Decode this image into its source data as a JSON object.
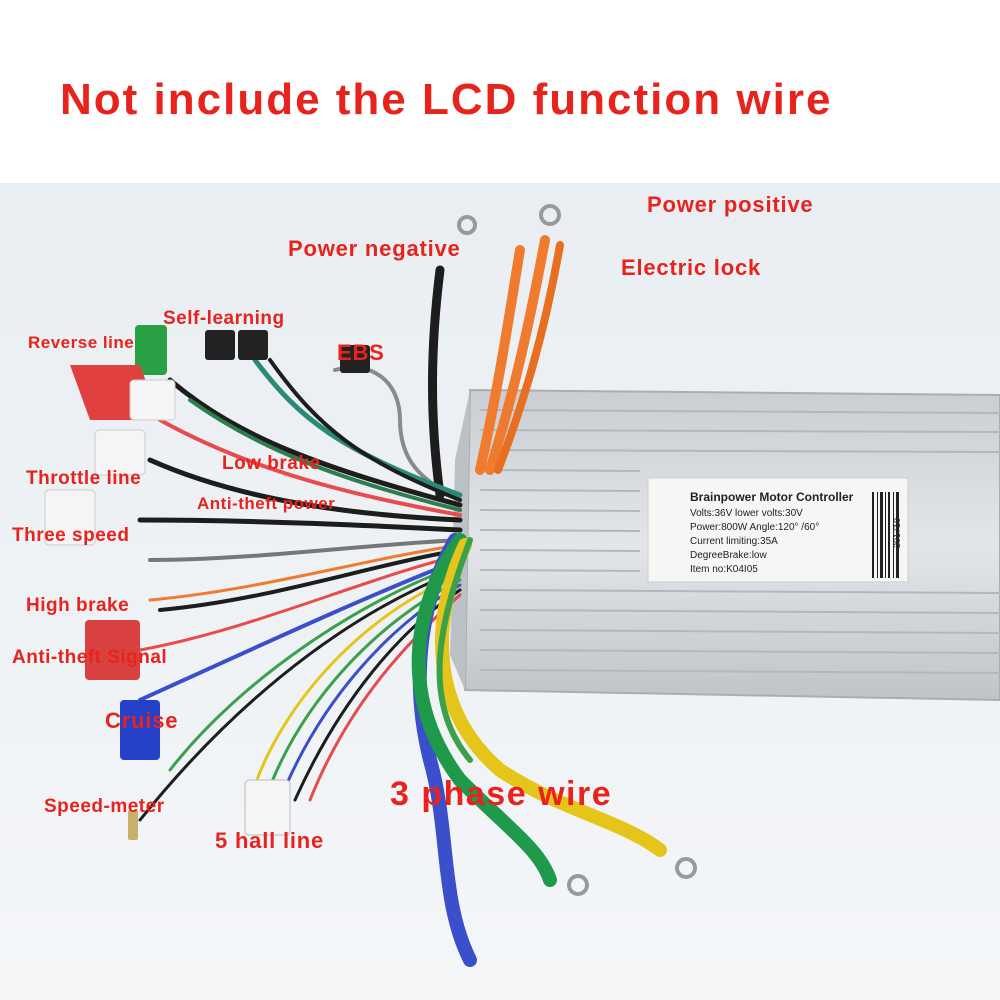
{
  "title": "Not include the LCD function wire",
  "labels": {
    "power_positive": "Power positive",
    "power_negative": "Power negative",
    "electric_lock": "Electric lock",
    "self_learning": "Self-learning",
    "reverse_line": "Reverse line",
    "ebs": "EBS",
    "low_brake": "Low brake",
    "throttle_line": "Throttle line",
    "anti_theft_power": "Anti-theft power",
    "three_speed": "Three speed",
    "high_brake": "High brake",
    "anti_theft_signal": "Anti-theft Signal",
    "cruise": "Cruise",
    "speed_meter": "Speed-meter",
    "hall_line": "5 hall line",
    "three_phase": "3 phase wire"
  },
  "sticker": {
    "brand": "Brainpower Motor Controller",
    "volts": "Volts:36V   lower volts:30V",
    "power": "Power:800W  Angle:120° /60°",
    "current": "Current limiting:35A",
    "degree": "DegreeBrake:low",
    "item": "Item no:K04I05",
    "code": "201710"
  },
  "colors": {
    "label_red": "#e8231d",
    "housing": "#d9dde0",
    "wire_orange": "#f07a2e",
    "wire_yellow": "#e6c51a",
    "wire_green": "#1e9a4a",
    "wire_blue": "#3a4fc9"
  }
}
